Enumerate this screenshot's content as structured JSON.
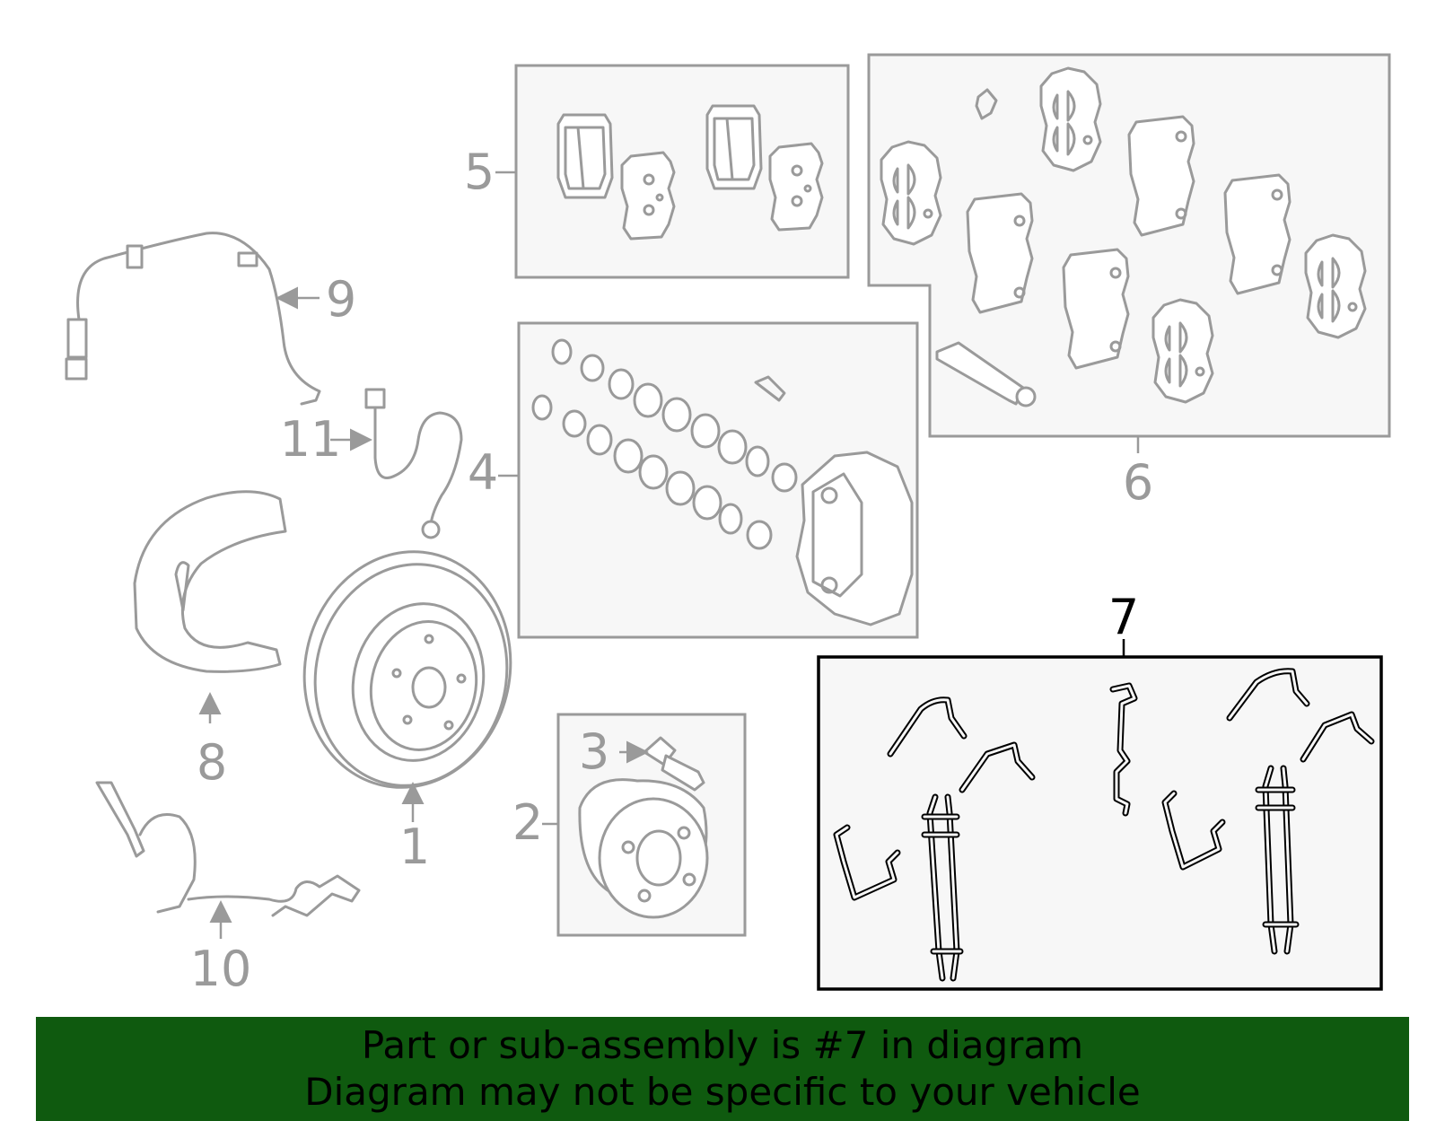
{
  "diagram": {
    "callouts": [
      {
        "id": "1",
        "label": "1"
      },
      {
        "id": "2",
        "label": "2"
      },
      {
        "id": "3",
        "label": "3"
      },
      {
        "id": "4",
        "label": "4"
      },
      {
        "id": "5",
        "label": "5"
      },
      {
        "id": "6",
        "label": "6"
      },
      {
        "id": "7",
        "label": "7"
      },
      {
        "id": "8",
        "label": "8"
      },
      {
        "id": "9",
        "label": "9"
      },
      {
        "id": "10",
        "label": "10"
      },
      {
        "id": "11",
        "label": "11"
      }
    ],
    "highlighted_part": "7",
    "colors": {
      "part_line": "#9a9a9a",
      "highlight": "#000000",
      "box_fill": "#f7f7f7",
      "banner_bg": "#0f5a0f"
    }
  },
  "banner": {
    "line1": "Part or sub-assembly is #7 in diagram",
    "line2": "Diagram may not be specific to your vehicle"
  }
}
